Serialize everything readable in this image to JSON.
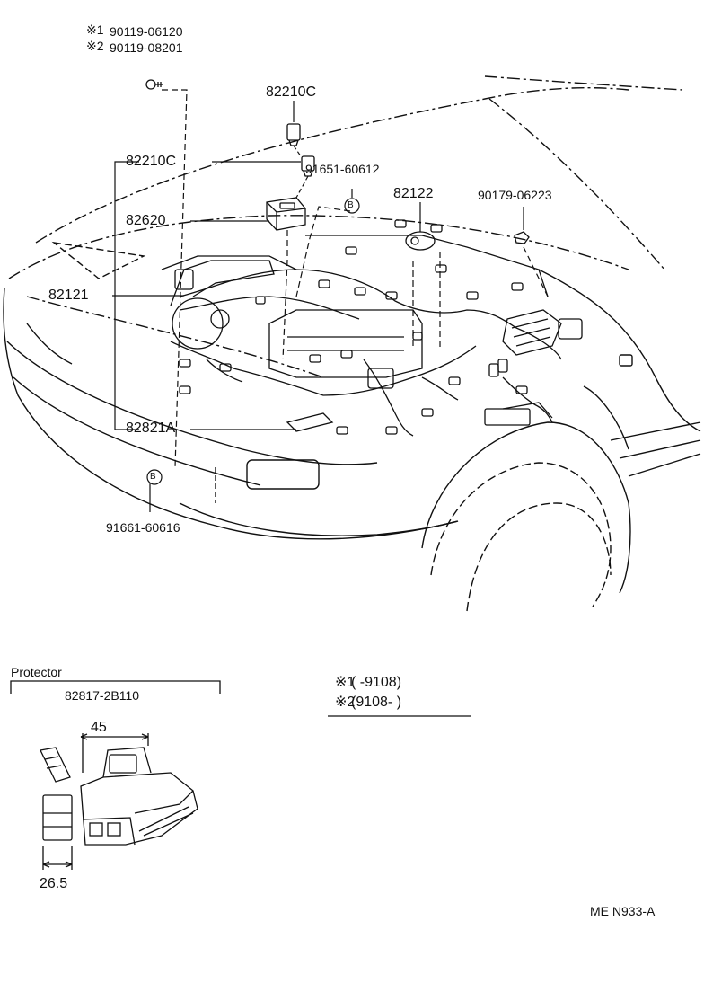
{
  "callouts": {
    "note1_mark": "※1",
    "note1_part": "90119-06120",
    "note2_mark": "※2",
    "note2_part": "90119-08201",
    "p82210c_top": "82210C",
    "p82210c": "82210C",
    "p91651": "91651-60612",
    "p82122": "82122",
    "p90179": "90179-06223",
    "p82620": "82620",
    "p82121": "82121",
    "p82821a": "82821A",
    "p91661": "91661-60616",
    "bolt_mark_b": "B"
  },
  "protector": {
    "title": "Protector",
    "part": "82817-2B110",
    "dim_width": "45",
    "dim_height": "26.5"
  },
  "applicability": {
    "row1_mark": "※1",
    "row1_text": "(       -9108)",
    "row2_mark": "※2",
    "row2_text": "(9108-        )"
  },
  "figure_code": "ME N933-A"
}
